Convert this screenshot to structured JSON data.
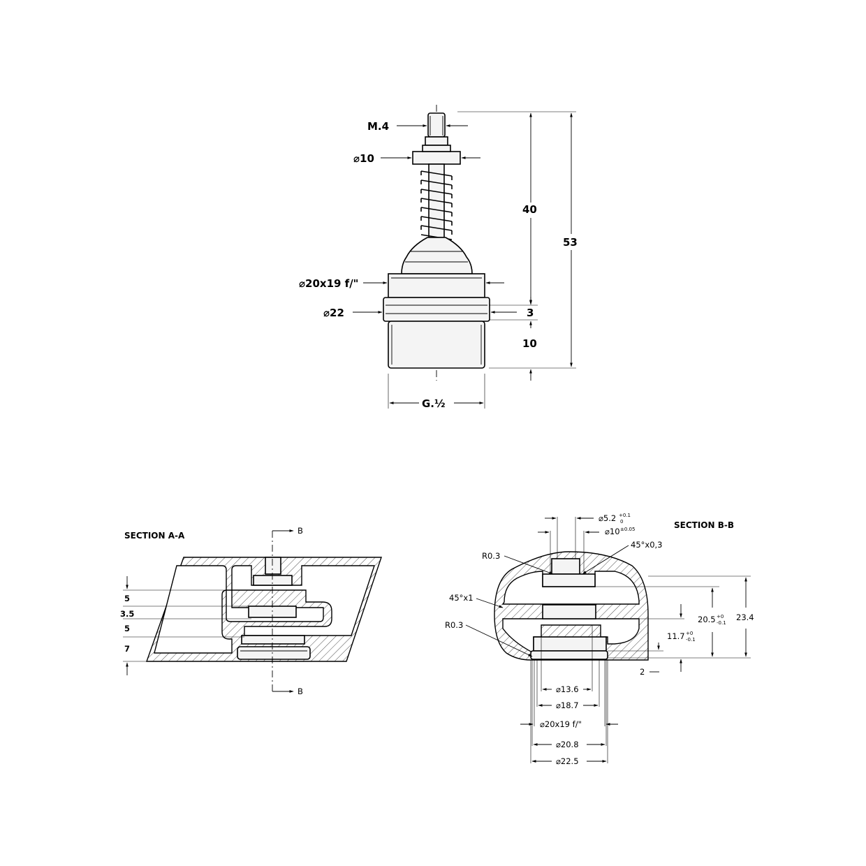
{
  "front_view": {
    "thread_label": "M.4",
    "collar_dia": "⌀10",
    "body_dia": "⌀20x19 f/\"",
    "flange_dia": "⌀22",
    "dim_40": "40",
    "dim_53": "53",
    "dim_3": "3",
    "dim_10": "10",
    "thread_base": "G.½"
  },
  "section_aa": {
    "title": "SECTION  A-A",
    "cut_marker_top": "B",
    "cut_marker_bottom": "B",
    "dims": [
      "5",
      "3.5",
      "5",
      "7"
    ]
  },
  "section_bb": {
    "title": "SECTION  B-B",
    "dia_top": "⌀5.2",
    "dia_top_tol_upper": "+0.1",
    "dia_top_tol_lower": "0",
    "dia_10": "⌀10",
    "dia_10_tol": "±0.05",
    "chamfer_top": "45°x0,3",
    "radius_top": "R0.3",
    "chamfer_side": "45°x1",
    "radius_side": "R0.3",
    "dim_20_5": "20.5",
    "dim_20_5_tol_upper": "+0",
    "dim_20_5_tol_lower": "-0.1",
    "dim_23_4": "23.4",
    "dim_11_7": "11.7",
    "dim_11_7_tol_upper": "+0",
    "dim_11_7_tol_lower": "-0.1",
    "dim_2": "2",
    "dia_13_6": "⌀13.6",
    "dia_18_7": "⌀18.7",
    "dia_20x19": "⌀20x19 f/\"",
    "dia_20_8": "⌀20.8",
    "dia_22_5": "⌀22.5"
  }
}
